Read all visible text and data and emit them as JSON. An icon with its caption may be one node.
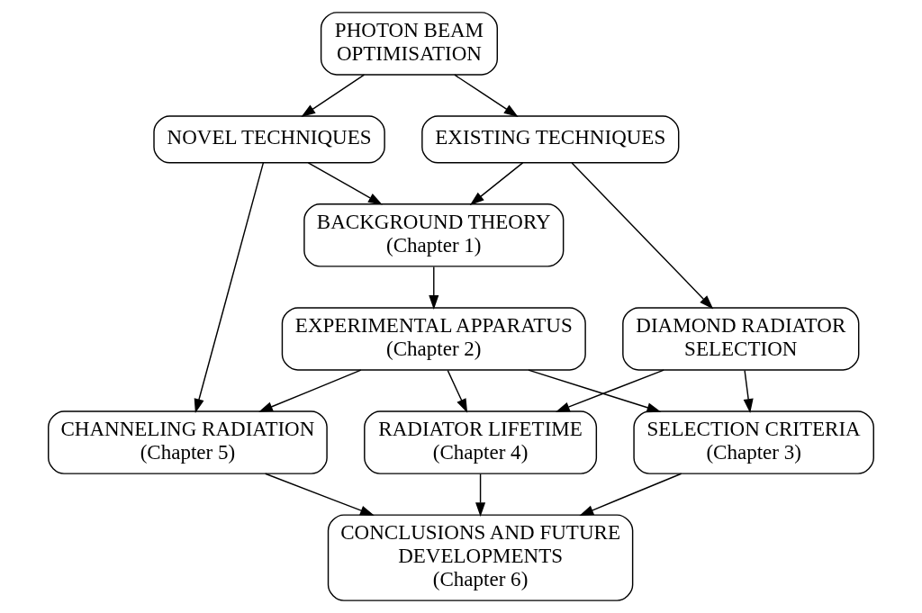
{
  "diagram": {
    "nodes": [
      {
        "text": [
          "PHOTON BEAM OPTIMISATION"
        ]
      },
      {
        "text": [
          "EXISTING TECHNIQUES"
        ]
      },
      {
        "text": [
          "NOVEL TECHNIQUES"
        ]
      },
      {
        "text": [
          "BACKGROUND THEORY",
          "(Chapter 1)"
        ]
      },
      {
        "text": [
          "DIAMOND RADIATOR SELECTION"
        ]
      },
      {
        "text": [
          "EXPERIMENTAL APPARATUS",
          "(Chapter 2)"
        ]
      },
      {
        "text": [
          "CHANNELING RADIATION",
          "(Chapter 5)"
        ]
      },
      {
        "text": [
          "SELECTION CRITERIA",
          "(Chapter 3)"
        ]
      },
      {
        "text": [
          "RADIATOR LIFETIME",
          "(Chapter 4)"
        ]
      },
      {
        "text": [
          "CONCLUSIONS AND FUTURE DEVELOPMENTS",
          "(Chapter 6)"
        ]
      }
    ],
    "edges": [
      {
        "from": 0,
        "to": 1,
        "arrow": "to"
      },
      {
        "from": 0,
        "to": 2,
        "arrow": "to"
      },
      {
        "from": 1,
        "to": 3,
        "arrow": "to"
      },
      {
        "from": 2,
        "to": 3,
        "arrow": "to"
      },
      {
        "from": 1,
        "to": 4,
        "arrow": "to"
      },
      {
        "from": 3,
        "to": 5,
        "arrow": "to"
      },
      {
        "from": 2,
        "to": 6,
        "arrow": "to"
      },
      {
        "from": 4,
        "to": 7,
        "arrow": "to"
      },
      {
        "from": 4,
        "to": 8,
        "arrow": "to"
      },
      {
        "from": 5,
        "to": 7,
        "arrow": "to"
      },
      {
        "from": 5,
        "to": 6,
        "arrow": "to"
      },
      {
        "from": 5,
        "to": 8,
        "arrow": "to"
      },
      {
        "from": 7,
        "to": 9,
        "arrow": "to"
      },
      {
        "from": 8,
        "to": 9,
        "arrow": "to"
      },
      {
        "from": 6,
        "to": 9,
        "arrow": "to"
      }
    ]
  }
}
